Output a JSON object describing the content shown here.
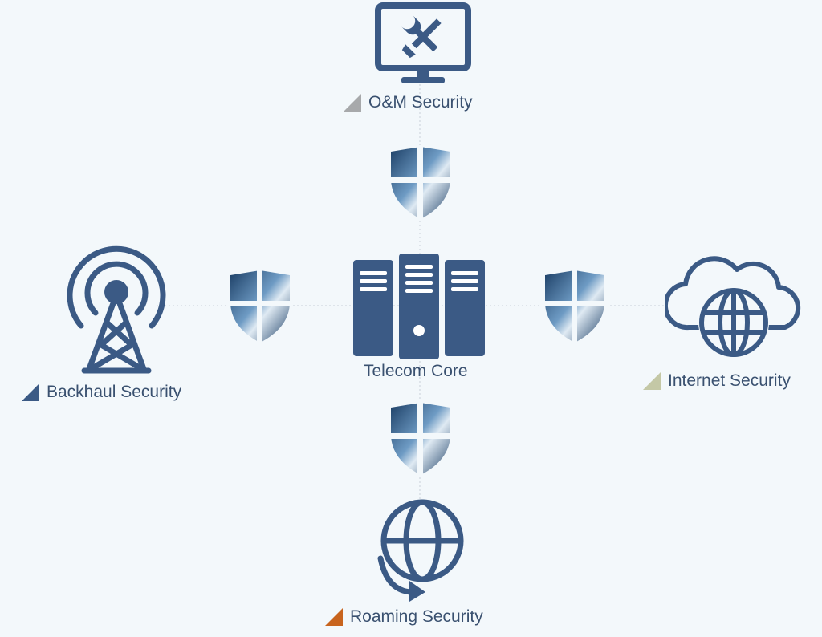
{
  "colors": {
    "icon": "#3b5a85",
    "connector": "#c9d1d9",
    "background": "#f3f8fb",
    "text": "#3a5170",
    "shield_dark": "#1c3f66",
    "shield_light": "#dfeaf3"
  },
  "nodes": {
    "core": {
      "label": "Telecom Core",
      "icon": "server-rack-icon"
    },
    "om": {
      "label": "O&M Security",
      "icon": "monitor-tools-icon",
      "marker_color": "#a7a9ab"
    },
    "backhaul": {
      "label": "Backhaul Security",
      "icon": "radio-tower-icon",
      "marker_color": "#3b5a85"
    },
    "internet": {
      "label": "Internet Security",
      "icon": "cloud-globe-icon",
      "marker_color": "#c4c8a6"
    },
    "roaming": {
      "label": "Roaming Security",
      "icon": "globe-arrow-icon",
      "marker_color": "#c8641e"
    }
  },
  "shields": [
    {
      "position": "top",
      "icon": "shield-icon"
    },
    {
      "position": "left",
      "icon": "shield-icon"
    },
    {
      "position": "right",
      "icon": "shield-icon"
    },
    {
      "position": "bottom",
      "icon": "shield-icon"
    }
  ]
}
